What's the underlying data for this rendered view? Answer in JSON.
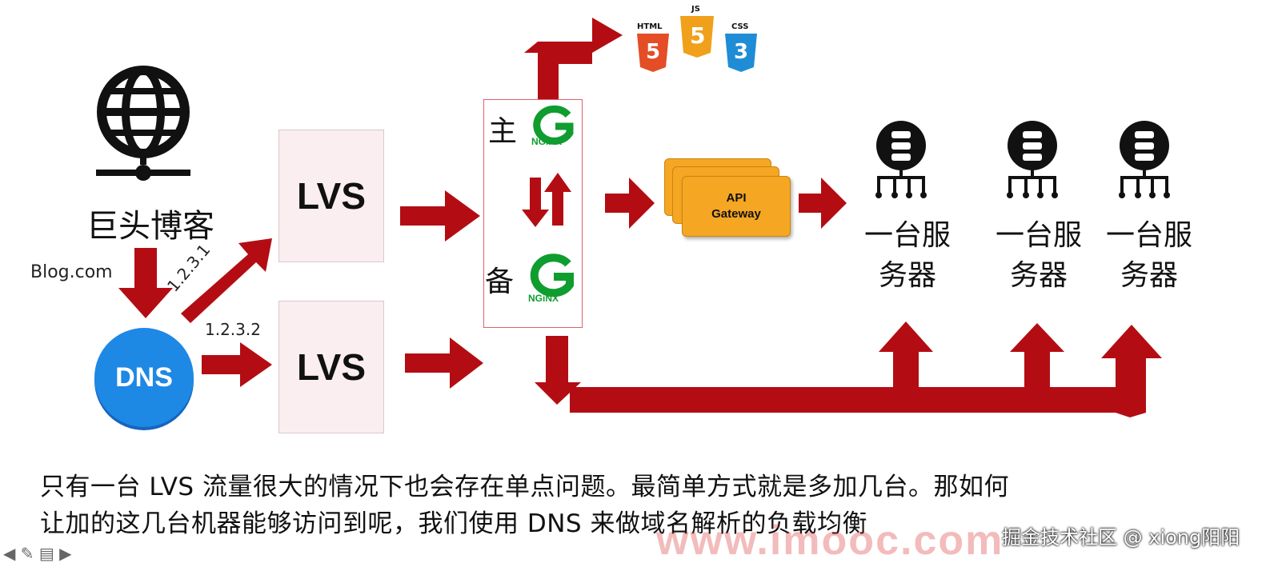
{
  "left_source": {
    "site_name": "巨头博客",
    "domain": "Blog.com"
  },
  "dns": {
    "label": "DNS"
  },
  "ips": {
    "ip1": "1.2.3.1",
    "ip2": "1.2.3.2"
  },
  "lvs": {
    "top_label": "LVS",
    "bottom_label": "LVS"
  },
  "nginx": {
    "primary_label": "主",
    "backup_label": "备",
    "logo_text": "NGiNX"
  },
  "static_assets": {
    "html": "HTML",
    "js": "JS",
    "css": "CSS",
    "html_num": "5",
    "js_num": "5",
    "css_num": "3"
  },
  "api_gateway": {
    "line1": "API",
    "line2": "Gateway"
  },
  "servers": [
    {
      "line1": "一台服",
      "line2": "务器"
    },
    {
      "line1": "一台服",
      "line2": "务器"
    },
    {
      "line1": "一台服",
      "line2": "务器"
    }
  ],
  "caption": {
    "line1": "只有一台 LVS 流量很大的情况下也会存在单点问题。最简单方式就是多加几台。那如何",
    "line2": "让加的这几台机器能够访问到呢，我们使用 DNS 来做域名解析的负载均衡"
  },
  "watermarks": {
    "site": "www.imooc.com",
    "author": "掘金技术社区 @ xiong阳阳"
  },
  "colors": {
    "arrow": "#b30d13",
    "dns_blue": "#1e88e5",
    "nginx_green": "#0f9d2f",
    "gateway_orange": "#f5a623"
  }
}
